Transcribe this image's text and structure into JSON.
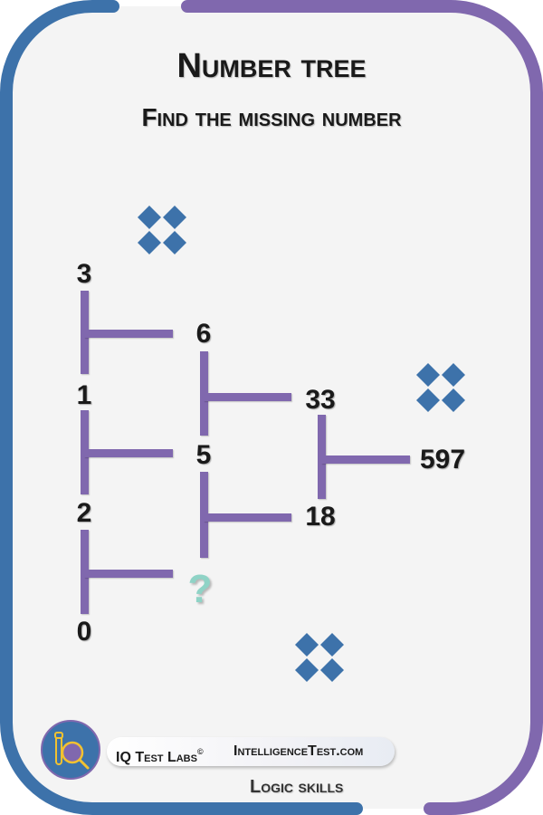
{
  "header": {
    "title": "Number tree",
    "subtitle": "Find the missing number"
  },
  "puzzle": {
    "column1": [
      "3",
      "1",
      "2",
      "0"
    ],
    "column2": [
      "6",
      "5",
      "?"
    ],
    "column3": [
      "33",
      "18"
    ],
    "result": "597",
    "missing_symbol": "?"
  },
  "decorations": [
    "x-diamond-icon",
    "x-diamond-icon",
    "x-diamond-icon"
  ],
  "footer": {
    "logo_icon": "iq-magnifier-logo-icon",
    "brand": "IQ Test Labs",
    "copyright": "©",
    "website": "IntelligenceTest.com",
    "category": "Logic skills"
  },
  "colors": {
    "blue": "#3d72aa",
    "purple": "#8068ae",
    "teal": "#8fd3c6",
    "background": "#f4f4f4",
    "text": "#1a1a1a",
    "logo_yellow": "#f2c230"
  }
}
